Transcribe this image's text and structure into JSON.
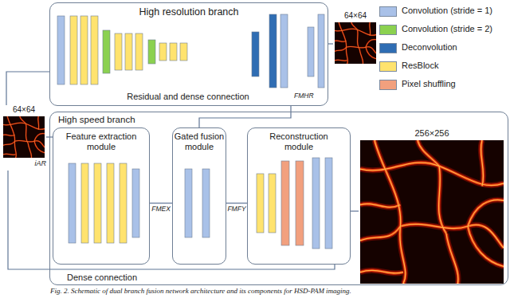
{
  "diagram": {
    "caption": "Fig. 2. Schematic of dual branch fusion network architecture and its components for HSD-PAM imaging.",
    "nodes": [
      {
        "text": [
          "High resolution branch"
        ]
      },
      {
        "text": [
          "64×64"
        ]
      },
      {
        "text": [
          "64×64",
          "iAR"
        ]
      },
      {
        "text": [
          "High speed branch"
        ]
      },
      {
        "text": [
          "Feature extraction module"
        ],
        "in": 3
      },
      {
        "text": [
          "Gated fusion module"
        ],
        "in": 3
      },
      {
        "text": [
          "Reconstruction module"
        ],
        "in": 3
      },
      {
        "text": [
          "256×256"
        ],
        "in": 3
      }
    ],
    "edges": [
      {
        "from": 2,
        "to": 0,
        "arrow": "none"
      },
      {
        "from": 0,
        "to": 1,
        "arrow": "none"
      },
      {
        "from": 0,
        "to": 5,
        "arrow": "none",
        "label": "FMHR"
      },
      {
        "from": 2,
        "to": 4,
        "arrow": "none"
      },
      {
        "from": 4,
        "to": 5,
        "arrow": "none",
        "label": "FMEX"
      },
      {
        "from": 5,
        "to": 6,
        "arrow": "none",
        "label": "FMFY"
      },
      {
        "from": 6,
        "to": 7,
        "arrow": "none"
      },
      {
        "from": 2,
        "to": 6,
        "arrow": "none"
      }
    ],
    "labels": [
      "Residual and dense connection",
      "Dense connection"
    ],
    "legend": [
      {
        "text": "Convolution (stride = 1)",
        "color": "#a9c1e8"
      },
      {
        "text": "Convolution (stride = 2)",
        "color": "#8bd150"
      },
      {
        "text": "Deconvolution",
        "color": "#2f6db3"
      },
      {
        "text": "ResBlock",
        "color": "#ffe36e"
      },
      {
        "text": "Pixel shuffling",
        "color": "#f2a07e"
      }
    ]
  }
}
